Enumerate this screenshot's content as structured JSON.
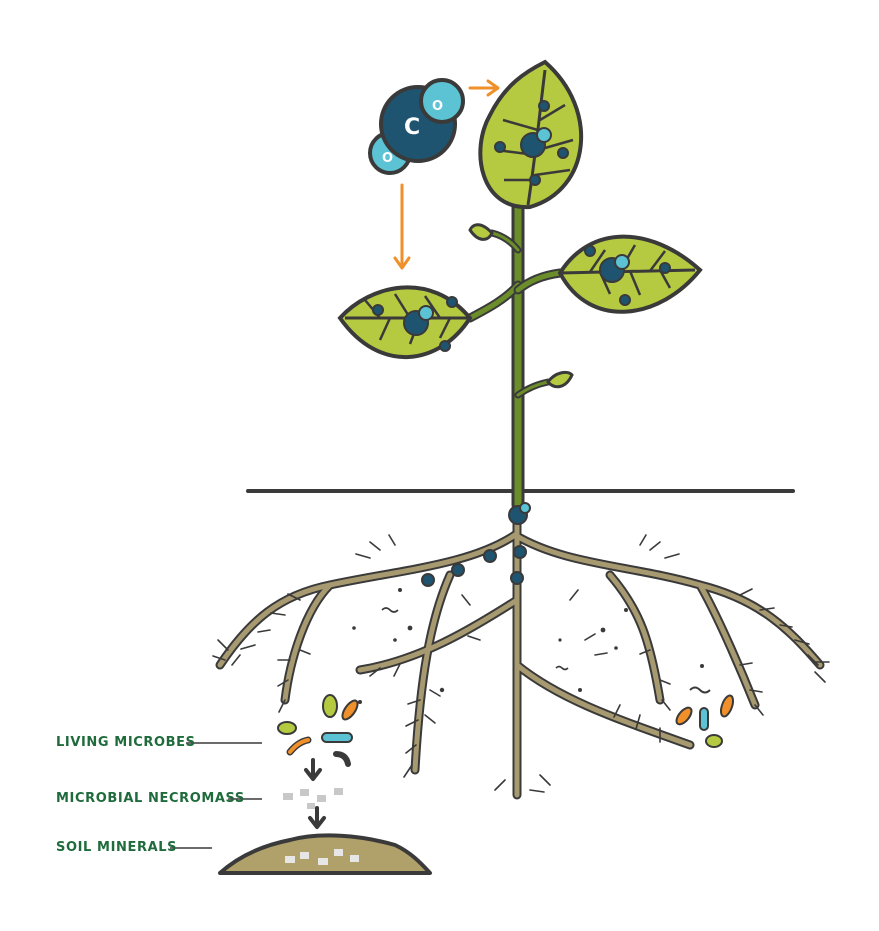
{
  "molecule": {
    "carbon_symbol": "C",
    "oxygen_symbol_1": "O",
    "oxygen_symbol_2": "O"
  },
  "labels": {
    "living_microbes": "LIVING MICROBES",
    "microbial_necromass": "MICROBIAL NECROMASS",
    "soil_minerals": "SOIL MINERALS"
  },
  "colors": {
    "label_text": "#1f6b3c",
    "outline": "#3a3a3a",
    "leaf": "#b5c941",
    "stem": "#6b8e2b",
    "root": "#a89a70",
    "arrow": "#f0902a",
    "carbon_dark": "#1e5470",
    "carbon_light": "#5bc3d4",
    "soil": "#b0a06a"
  }
}
